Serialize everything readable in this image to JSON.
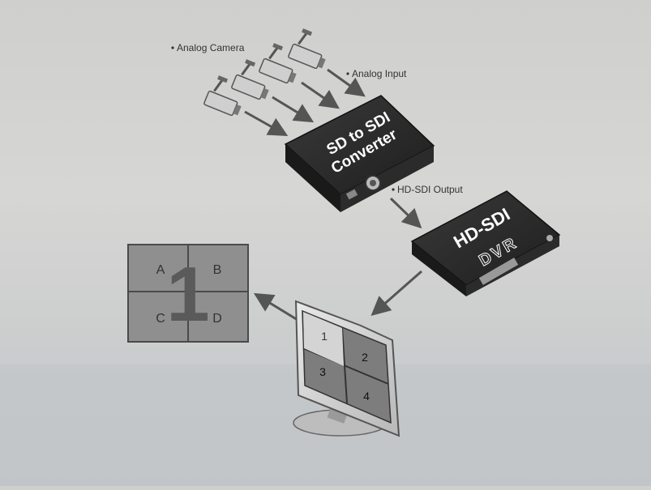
{
  "labels": {
    "analog_camera": "Analog Camera",
    "analog_input": "Analog Input",
    "hd_sdi_output": "HD-SDI Output"
  },
  "converter": {
    "line1": "SD to SDI",
    "line2": "Converter"
  },
  "dvr": {
    "line1": "HD-SDI",
    "line2": "DVR"
  },
  "quad_view": {
    "big_number": "1",
    "cells": [
      "A",
      "B",
      "C",
      "D"
    ]
  },
  "monitor": {
    "cells": [
      "1",
      "2",
      "3",
      "4"
    ]
  },
  "colors": {
    "device_body": "#2a2a2a",
    "device_text": "#ffffff",
    "arrow": "#555555",
    "quad_fill": "#8f8f8f",
    "quad_line": "#4a4a4a"
  }
}
